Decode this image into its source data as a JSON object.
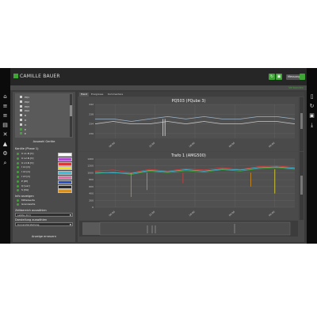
{
  "app": {
    "logo_text": "CAMILLE BAUER",
    "user_label": "Messungen",
    "status_text": "Verbunden",
    "header_buttons": [
      "refresh-icon",
      "save-icon",
      "print-icon"
    ]
  },
  "left_toolbar": [
    "home-icon",
    "list-icon",
    "list-icon",
    "map-icon",
    "tools-icon",
    "chart-icon",
    "settings-icon",
    "search-icon"
  ],
  "right_toolbar": [
    "document-icon",
    "sync-icon",
    "save-icon",
    "download-icon"
  ],
  "sidebar": {
    "list_items": [
      "PQ1",
      "PQ2",
      "PQ3",
      "PQ4",
      "B",
      "D",
      "D",
      "E",
      "E"
    ],
    "list_selected": [
      false,
      false,
      false,
      false,
      false,
      false,
      false,
      true,
      true
    ],
    "caption": "Auswahl Geräte",
    "channels_title": "Kanäle (Phase 1)",
    "channels": [
      {
        "label": "U L1-N [V]",
        "color": "#ffffff"
      },
      {
        "label": "U L2-N [V]",
        "color": "#b04ad0"
      },
      {
        "label": "U L3-N [V]",
        "color": "#d83a3a"
      },
      {
        "label": "I L1 [A]",
        "color": "#f0e020"
      },
      {
        "label": "I L2 [A]",
        "color": "#39c0e0"
      },
      {
        "label": "I L3 [A]",
        "color": "#ee66aa"
      },
      {
        "label": "P [W]",
        "color": "#2a50c8"
      },
      {
        "label": "Q [var]",
        "color": "#2a2a2a"
      },
      {
        "label": "S [VA]",
        "color": "#d89020"
      }
    ],
    "extra_title": "Info anzeigen",
    "extra_items": [
      "Mittelwerte",
      "Grenzwerte"
    ],
    "select1_label": "Zeitbereich auswählen",
    "select1_value": "Letzte 24 h",
    "select2_label": "Darstellung auswählen",
    "select2_value": "Kurvendarstellung",
    "apply_label": "Anzeige erneuern"
  },
  "main": {
    "tabs": [
      "Trend",
      "Ereignisse",
      "Kommentare"
    ],
    "active_tab": 0
  },
  "chart_data": [
    {
      "type": "line",
      "title": "PQ503 (PQube 3)",
      "x": [
        "06:00",
        "12:00",
        "18:00",
        "00:00",
        "06:00"
      ],
      "ylim": [
        228,
        242
      ],
      "series": [
        {
          "values": [
            236,
            236,
            235,
            236,
            237,
            236,
            237,
            236,
            236,
            237,
            237,
            236
          ]
        },
        {
          "values": [
            234,
            235,
            234,
            234,
            235,
            234,
            235,
            234,
            234,
            235,
            235,
            234
          ]
        }
      ],
      "grid": true
    },
    {
      "type": "line",
      "title": "Trafo 1 (AMG500)",
      "x": [
        "06:00",
        "12:00",
        "18:00",
        "00:00",
        "06:00"
      ],
      "ylim": [
        0,
        1400
      ],
      "series": [
        {
          "values": [
            1050,
            1080,
            1000,
            1100,
            1050,
            1120,
            1080,
            1150,
            1100,
            1180,
            1200,
            1150
          ]
        },
        {
          "values": [
            980,
            1020,
            950,
            1050,
            1000,
            1060,
            1020,
            1090,
            1050,
            1120,
            1150,
            1100
          ]
        },
        {
          "values": [
            1010,
            1000,
            980,
            1070,
            1030,
            1090,
            1050,
            1110,
            1080,
            1150,
            1170,
            1130
          ]
        }
      ],
      "grid": true
    }
  ]
}
